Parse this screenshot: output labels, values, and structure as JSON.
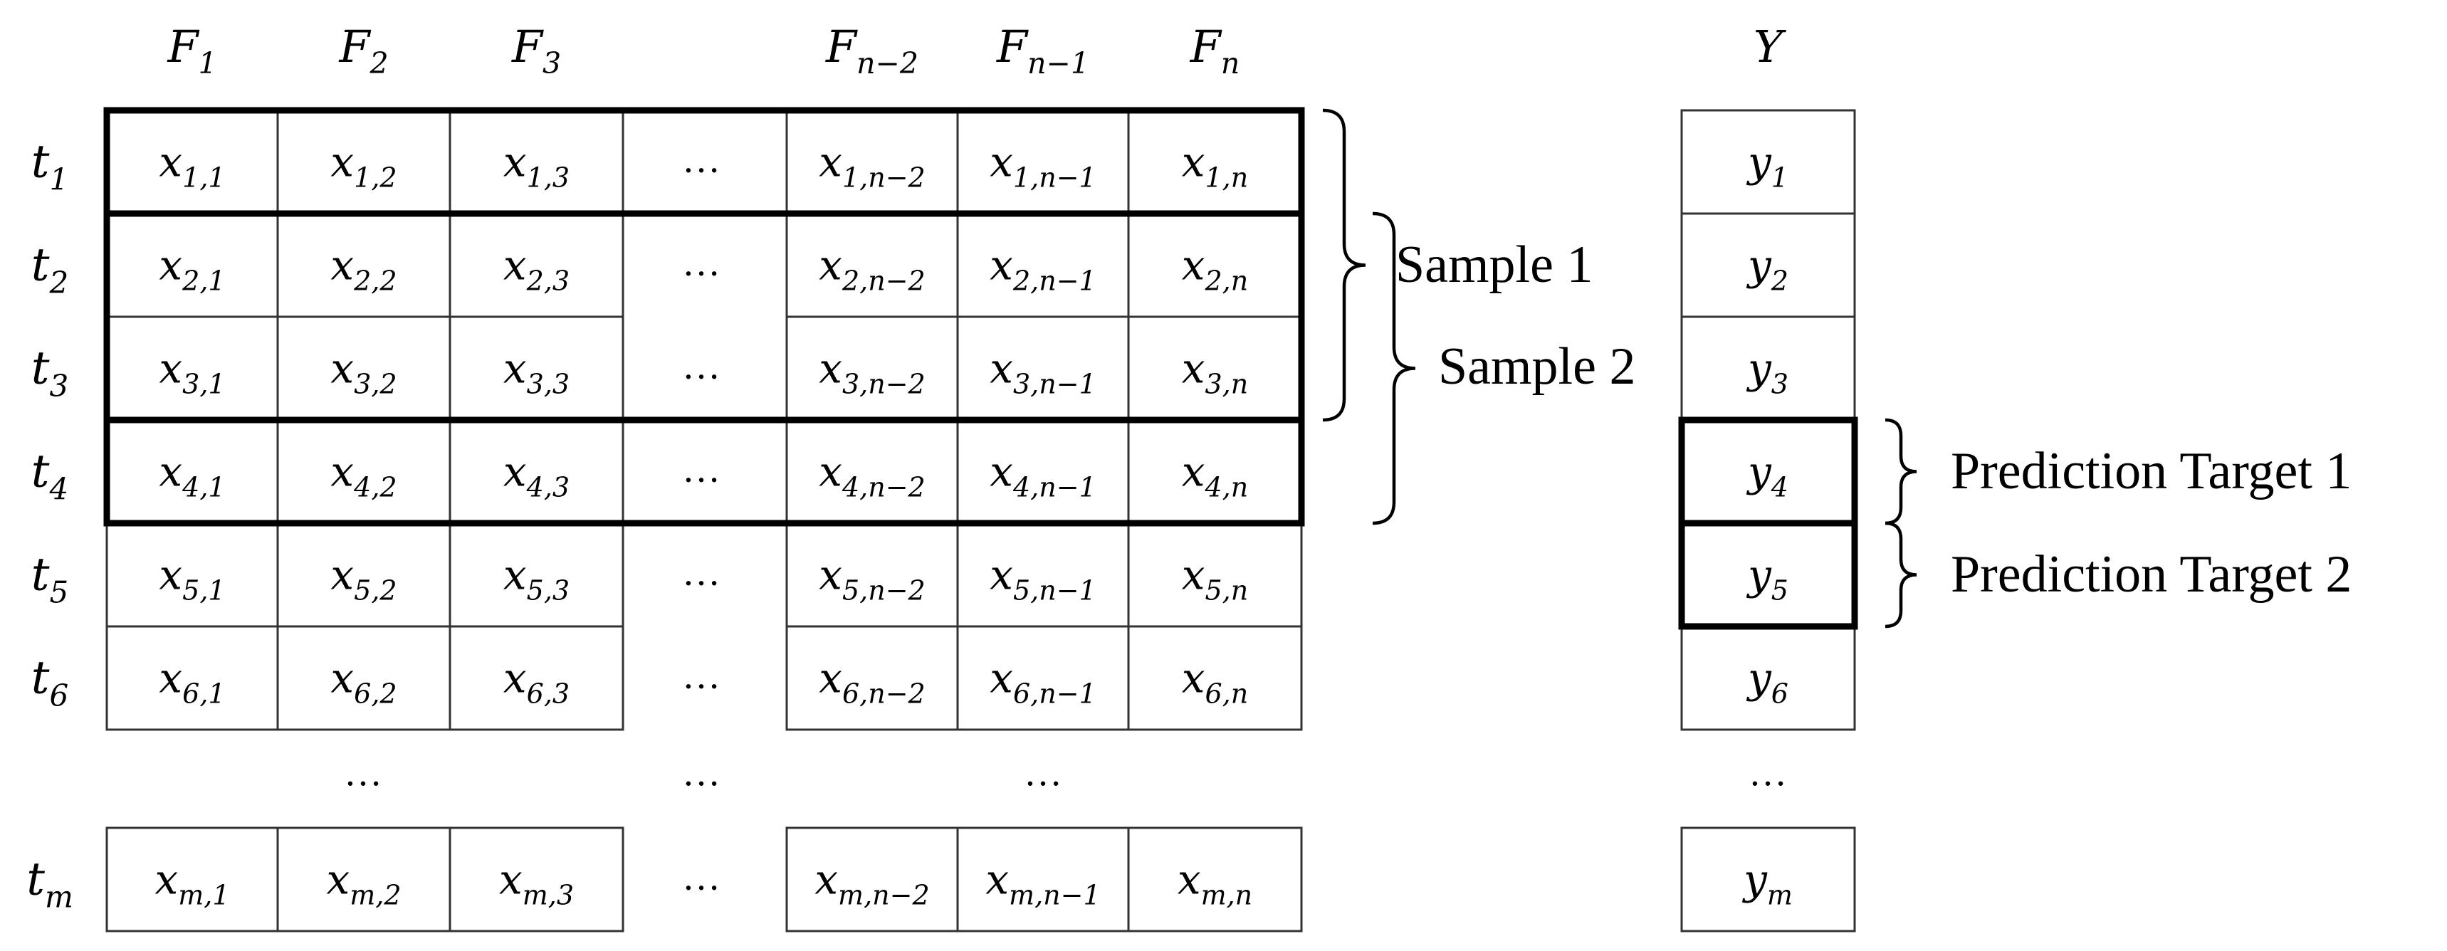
{
  "feature_headers": [
    {
      "base": "F",
      "sub": "1"
    },
    {
      "base": "F",
      "sub": "2"
    },
    {
      "base": "F",
      "sub": "3"
    },
    {
      "base": "F",
      "sub": "n−2"
    },
    {
      "base": "F",
      "sub": "n−1"
    },
    {
      "base": "F",
      "sub": "n"
    }
  ],
  "target_header": {
    "base": "Y",
    "sub": ""
  },
  "ellipsis": "…",
  "rows": [
    {
      "time": {
        "base": "t",
        "sub": "1"
      },
      "x": [
        {
          "base": "x",
          "sub": "1,1"
        },
        {
          "base": "x",
          "sub": "1,2"
        },
        {
          "base": "x",
          "sub": "1,3"
        },
        {
          "base": "x",
          "sub": "1,n−2"
        },
        {
          "base": "x",
          "sub": "1,n−1"
        },
        {
          "base": "x",
          "sub": "1,n"
        }
      ],
      "y": {
        "base": "y",
        "sub": "1"
      }
    },
    {
      "time": {
        "base": "t",
        "sub": "2"
      },
      "x": [
        {
          "base": "x",
          "sub": "2,1"
        },
        {
          "base": "x",
          "sub": "2,2"
        },
        {
          "base": "x",
          "sub": "2,3"
        },
        {
          "base": "x",
          "sub": "2,n−2"
        },
        {
          "base": "x",
          "sub": "2,n−1"
        },
        {
          "base": "x",
          "sub": "2,n"
        }
      ],
      "y": {
        "base": "y",
        "sub": "2"
      }
    },
    {
      "time": {
        "base": "t",
        "sub": "3"
      },
      "x": [
        {
          "base": "x",
          "sub": "3,1"
        },
        {
          "base": "x",
          "sub": "3,2"
        },
        {
          "base": "x",
          "sub": "3,3"
        },
        {
          "base": "x",
          "sub": "3,n−2"
        },
        {
          "base": "x",
          "sub": "3,n−1"
        },
        {
          "base": "x",
          "sub": "3,n"
        }
      ],
      "y": {
        "base": "y",
        "sub": "3"
      }
    },
    {
      "time": {
        "base": "t",
        "sub": "4"
      },
      "x": [
        {
          "base": "x",
          "sub": "4,1"
        },
        {
          "base": "x",
          "sub": "4,2"
        },
        {
          "base": "x",
          "sub": "4,3"
        },
        {
          "base": "x",
          "sub": "4,n−2"
        },
        {
          "base": "x",
          "sub": "4,n−1"
        },
        {
          "base": "x",
          "sub": "4,n"
        }
      ],
      "y": {
        "base": "y",
        "sub": "4"
      }
    },
    {
      "time": {
        "base": "t",
        "sub": "5"
      },
      "x": [
        {
          "base": "x",
          "sub": "5,1"
        },
        {
          "base": "x",
          "sub": "5,2"
        },
        {
          "base": "x",
          "sub": "5,3"
        },
        {
          "base": "x",
          "sub": "5,n−2"
        },
        {
          "base": "x",
          "sub": "5,n−1"
        },
        {
          "base": "x",
          "sub": "5,n"
        }
      ],
      "y": {
        "base": "y",
        "sub": "5"
      }
    },
    {
      "time": {
        "base": "t",
        "sub": "6"
      },
      "x": [
        {
          "base": "x",
          "sub": "6,1"
        },
        {
          "base": "x",
          "sub": "6,2"
        },
        {
          "base": "x",
          "sub": "6,3"
        },
        {
          "base": "x",
          "sub": "6,n−2"
        },
        {
          "base": "x",
          "sub": "6,n−1"
        },
        {
          "base": "x",
          "sub": "6,n"
        }
      ],
      "y": {
        "base": "y",
        "sub": "6"
      }
    }
  ],
  "last_row": {
    "time": {
      "base": "t",
      "sub": "m"
    },
    "x": [
      {
        "base": "x",
        "sub": "m,1"
      },
      {
        "base": "x",
        "sub": "m,2"
      },
      {
        "base": "x",
        "sub": "m,3"
      },
      {
        "base": "x",
        "sub": "m,n−2"
      },
      {
        "base": "x",
        "sub": "m,n−1"
      },
      {
        "base": "x",
        "sub": "m,n"
      }
    ],
    "y": {
      "base": "y",
      "sub": "m"
    }
  },
  "samples": [
    "Sample 1",
    "Sample 2"
  ],
  "targets": [
    "Prediction Target 1",
    "Prediction Target 2"
  ]
}
